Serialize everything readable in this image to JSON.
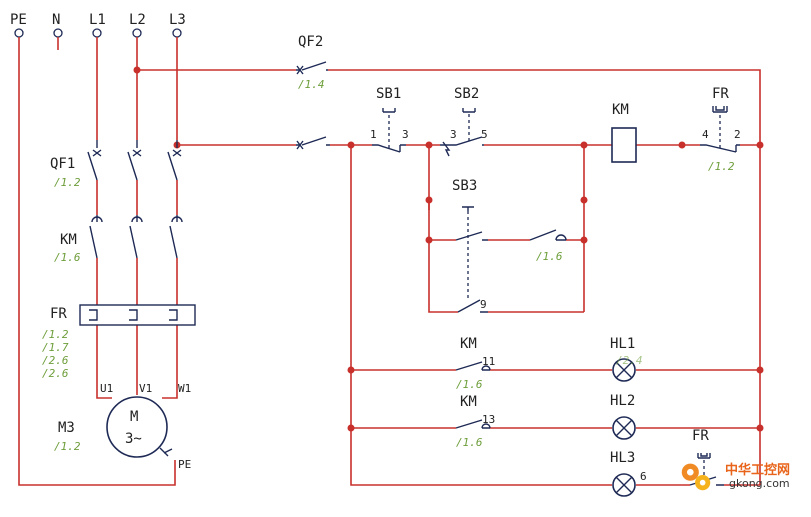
{
  "supply": [
    "PE",
    "N",
    "L1",
    "L2",
    "L3"
  ],
  "power": {
    "qf1": {
      "name": "QF1",
      "ref": "/1.2"
    },
    "km": {
      "name": "KM",
      "ref": "/1.6"
    },
    "fr": {
      "name": "FR",
      "refs": [
        "/1.2",
        "/1.7",
        "/2.6",
        "/2.6"
      ]
    },
    "motor": {
      "name": "M3",
      "ref": "/1.2",
      "symbol": "M",
      "phases": "3~",
      "terminals": [
        "U1",
        "V1",
        "W1"
      ],
      "pe": "PE"
    }
  },
  "control": {
    "qf2": {
      "name": "QF2",
      "ref": "/1.4"
    },
    "sb1": {
      "name": "SB1",
      "pins": [
        "1",
        "3"
      ]
    },
    "sb2": {
      "name": "SB2",
      "pins": [
        "3",
        "5"
      ]
    },
    "sb3": {
      "name": "SB3",
      "pin": "9"
    },
    "km_coil": {
      "name": "KM"
    },
    "fr_contact": {
      "name": "FR",
      "pins": [
        "4",
        "2"
      ],
      "ref": "/1.2"
    },
    "km_hold_ref": "/1.6",
    "km11": {
      "name": "KM",
      "pin": "11",
      "ref": "/1.6"
    },
    "km13": {
      "name": "KM",
      "pin": "13",
      "ref": "/1.6"
    },
    "hl1": {
      "name": "HL1",
      "ref": "/2.4"
    },
    "hl2": {
      "name": "HL2"
    },
    "hl3": {
      "name": "HL3",
      "pin": "6"
    },
    "fr_lamp": {
      "name": "FR"
    }
  },
  "watermark": {
    "brand": "中华工控网",
    "domain": "gkong.com"
  }
}
